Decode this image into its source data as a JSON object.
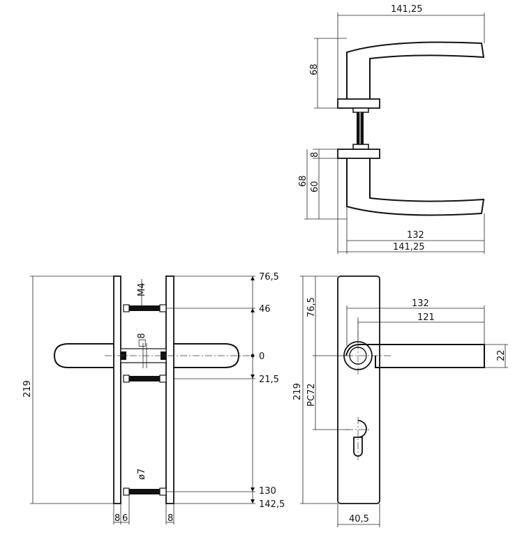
{
  "colors": {
    "line": "#111111",
    "background": "#ffffff"
  },
  "views": {
    "top": {
      "width_top": "141,25",
      "height_upper": "68",
      "rose_thickness": "8",
      "height_lower_total": "68",
      "height_lower": "60",
      "lever_length": "132",
      "width_bottom": "141,25"
    },
    "side": {
      "overall_height": "219",
      "top_offset": "76,5",
      "screw_upper": "46",
      "axis": "0",
      "screw_mid": "21,5",
      "screw_lower": "130",
      "bottom_offset": "142,5",
      "screw_thread": "M4",
      "spindle": "□8",
      "bolt_diameter": "ø7",
      "plate_thickness_left_a": "8",
      "plate_thickness_left_b": "6",
      "plate_thickness_right": "8"
    },
    "front": {
      "overall_height": "219",
      "top_offset": "76,5",
      "pc": "PC72",
      "lever_length": "132",
      "lever_inner": "121",
      "grip_height": "22",
      "plate_width": "40,5"
    }
  }
}
